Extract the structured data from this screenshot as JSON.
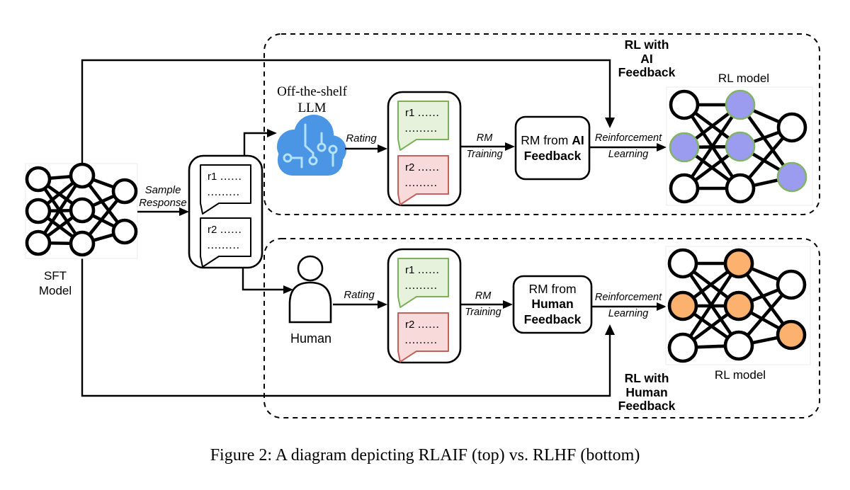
{
  "figure": {
    "caption": "Figure 2: A diagram depicting RLAIF (top) vs. RLHF (bottom)"
  },
  "colors": {
    "purple_fill": "#9B9BEF",
    "purple_stroke": "#82B366",
    "orange_fill": "#FCB16F",
    "green_fill": "#E6F2DC",
    "green_stroke": "#7CB15A",
    "red_fill": "#F8DADA",
    "red_stroke": "#C4615C",
    "cloud_blue": "#4A96E4",
    "cloud_light": "#B6E2F7"
  },
  "sft": {
    "line1": "SFT",
    "line2": "Model",
    "sample_response_line1": "Sample",
    "sample_response_line2": "Response"
  },
  "bubbles": {
    "r1": "r1",
    "r2": "r2",
    "dots_short": "......",
    "dots_long": "........."
  },
  "rlaif": {
    "off_the_shelf_line1": "Off-the-shelf",
    "off_the_shelf_line2": "LLM",
    "rating": "Rating",
    "rm_training_line1": "RM",
    "rm_training_line2": "Training",
    "rm_box_prefix": "RM from",
    "rm_box_bold": "AI",
    "rm_box_line2": "Feedback",
    "reinforcement_line1": "Reinforcement",
    "reinforcement_line2": "Learning",
    "rl_with_line1": "RL with",
    "rl_with_line2": "AI",
    "rl_with_line3": "Feedback",
    "rl_model": "RL model"
  },
  "rlhf": {
    "human": "Human",
    "rating": "Rating",
    "rm_training_line1": "RM",
    "rm_training_line2": "Training",
    "rm_box_line1": "RM from",
    "rm_box_line2": "Human",
    "rm_box_line3": "Feedback",
    "reinforcement_line1": "Reinforcement",
    "reinforcement_line2": "Learning",
    "rl_with_line1": "RL with",
    "rl_with_line2": "Human",
    "rl_with_line3": "Feedback",
    "rl_model": "RL model"
  }
}
